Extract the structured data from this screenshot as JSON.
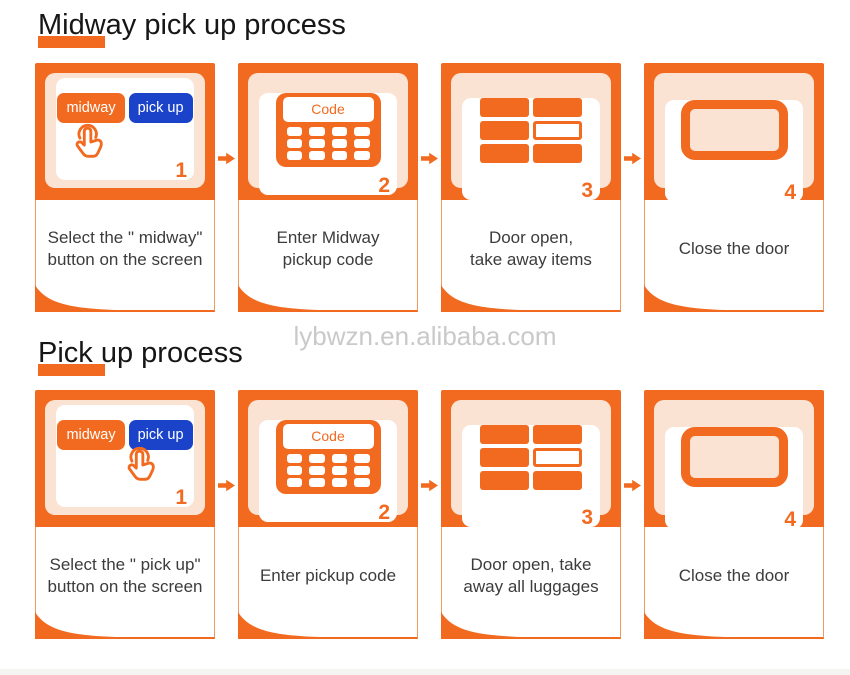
{
  "watermark": "lybwzn.en.alibaba.com",
  "colors": {
    "orange": "#f26a1f",
    "peach": "#fbe3d4",
    "blue": "#1a43c9",
    "caption_text": "#3c3c3c",
    "watermark_gray": "#c9c9c9"
  },
  "sections": [
    {
      "title": "Midway pick up process",
      "steps": [
        {
          "number": "1",
          "button_midway": "midway",
          "button_pickup": "pick up",
          "hand_over": "midway",
          "caption_line1": "Select the \" midway\"",
          "caption_line2": "button on the screen"
        },
        {
          "number": "2",
          "keypad_label": "Code",
          "caption_line1": "Enter Midway",
          "caption_line2": "pickup code"
        },
        {
          "number": "3",
          "caption_line1": "Door open,",
          "caption_line2": "take away items"
        },
        {
          "number": "4",
          "caption_line1": "Close the door",
          "caption_line2": ""
        }
      ]
    },
    {
      "title": "Pick up process",
      "steps": [
        {
          "number": "1",
          "button_midway": "midway",
          "button_pickup": "pick up",
          "hand_over": "pick up",
          "caption_line1": "Select the \" pick up\"",
          "caption_line2": "button on the screen"
        },
        {
          "number": "2",
          "keypad_label": "Code",
          "caption_line1": "Enter pickup code",
          "caption_line2": ""
        },
        {
          "number": "3",
          "caption_line1": "Door open, take",
          "caption_line2": "away all luggages"
        },
        {
          "number": "4",
          "caption_line1": "Close the door",
          "caption_line2": ""
        }
      ]
    }
  ]
}
